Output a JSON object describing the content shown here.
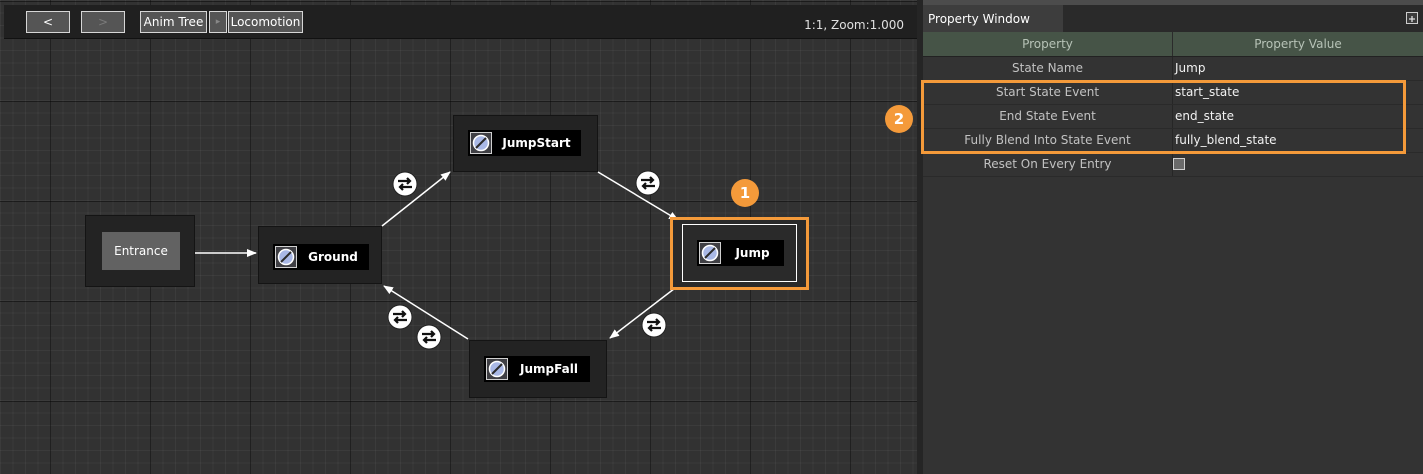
{
  "toolbar": {
    "back_label": "<",
    "forward_label": ">",
    "breadcrumb_root": "Anim Tree",
    "breadcrumb_sep": "▸",
    "breadcrumb_current": "Locomotion",
    "zoom_readout": "1:1, Zoom:1.000"
  },
  "graph": {
    "nodes": [
      {
        "id": "entrance",
        "label": "Entrance"
      },
      {
        "id": "ground",
        "label": "Ground"
      },
      {
        "id": "jumpstart",
        "label": "JumpStart"
      },
      {
        "id": "jump",
        "label": "Jump",
        "selected": true
      },
      {
        "id": "jumpfall",
        "label": "JumpFall"
      }
    ],
    "transitions": [
      {
        "from": "entrance",
        "to": "ground"
      },
      {
        "from": "ground",
        "to": "jumpstart"
      },
      {
        "from": "jumpstart",
        "to": "jump"
      },
      {
        "from": "jump",
        "to": "jumpfall"
      },
      {
        "from": "jumpfall",
        "to": "ground"
      }
    ],
    "transition_icon": "swap-arrows-icon",
    "state_icon": "animation-state-icon"
  },
  "callouts": {
    "one": "1",
    "two": "2"
  },
  "property_window": {
    "title": "Property Window",
    "col_property": "Property",
    "col_value": "Property Value",
    "rows": [
      {
        "name": "State Name",
        "value": "Jump"
      },
      {
        "name": "Start State Event",
        "value": "start_state"
      },
      {
        "name": "End State Event",
        "value": "end_state"
      },
      {
        "name": "Fully Blend Into State Event",
        "value": "fully_blend_state"
      },
      {
        "name": "Reset On Every Entry",
        "value": "",
        "checked": false
      }
    ]
  },
  "colors": {
    "highlight": "#f49a3a",
    "grid_bg": "#323232",
    "header_green": "#465447"
  }
}
